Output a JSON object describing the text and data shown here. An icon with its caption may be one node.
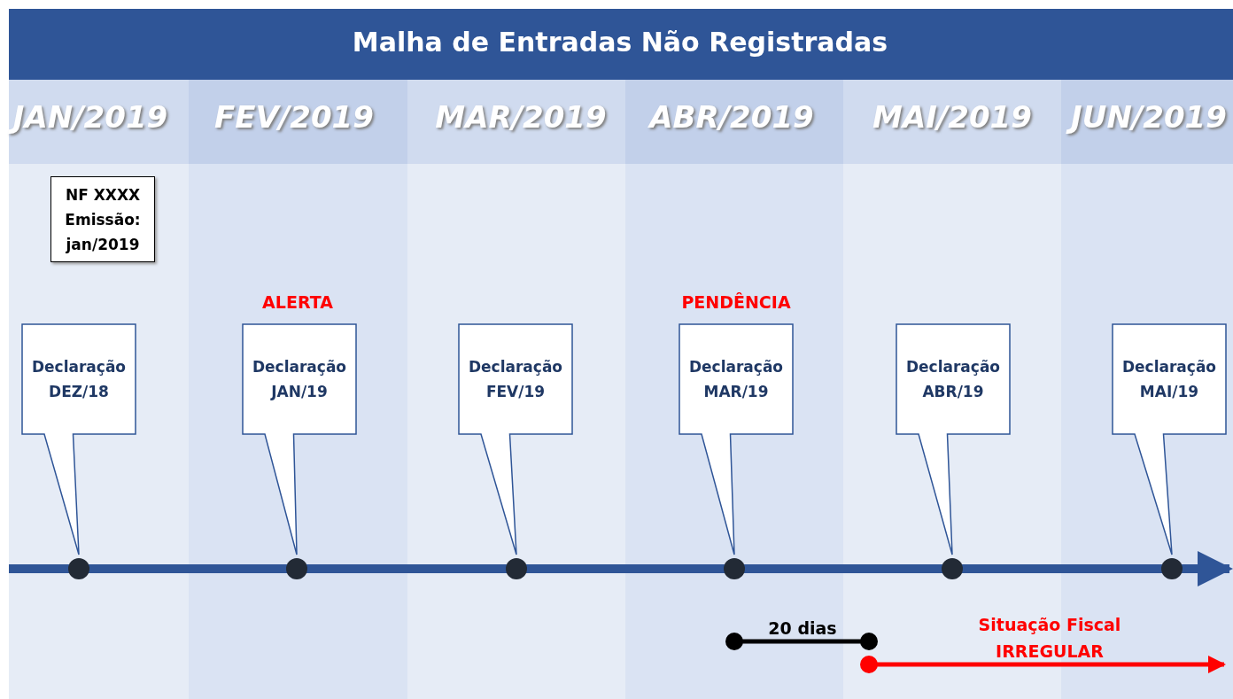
{
  "diagram": {
    "title": "Malha de Entradas Não Registradas",
    "nodes": [
      {
        "text": [
          "NF XXXX Emissão: jan/2019"
        ]
      },
      {
        "text": [
          "Declaração DEZ/18"
        ]
      },
      {
        "text": [
          "Declaração JAN/19"
        ]
      },
      {
        "text": [
          "Declaração FEV/19"
        ]
      },
      {
        "text": [
          "Declaração MAR/19"
        ]
      },
      {
        "text": [
          "Declaração ABR/19"
        ]
      },
      {
        "text": [
          "Declaração MAI/19"
        ]
      }
    ],
    "edges": [],
    "labels": [
      "JAN/2019",
      "FEV/2019",
      "MAR/2019",
      "ABR/2019",
      "MAI/2019",
      "JUN/2019",
      "ALERTA",
      "PENDÊNCIA",
      "20 dias",
      "Situação Fiscal IRREGULAR"
    ]
  }
}
